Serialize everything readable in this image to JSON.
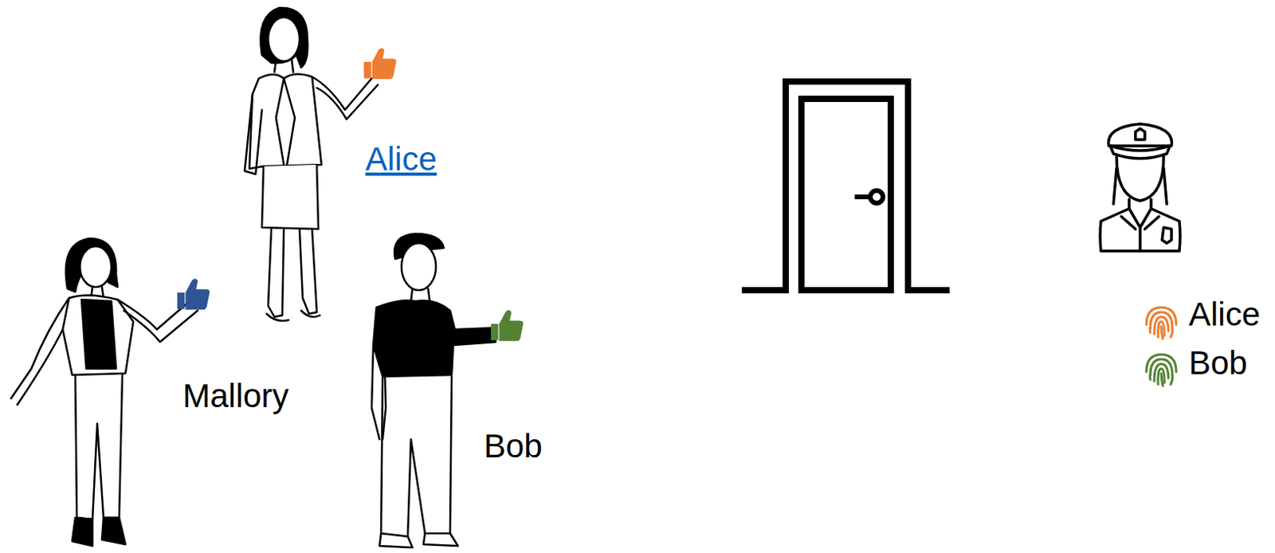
{
  "diagram": {
    "labels": [
      "Alice",
      "Mallory",
      "Bob",
      "Alice",
      "Bob"
    ]
  }
}
